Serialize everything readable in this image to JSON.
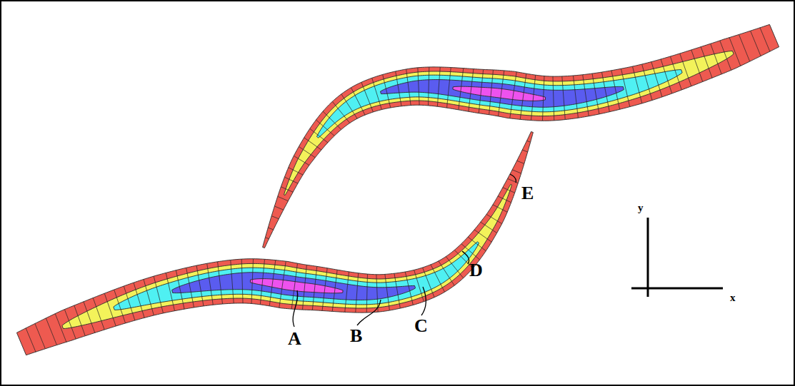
{
  "diagram": {
    "labels": [
      "A",
      "B",
      "C",
      "D",
      "E",
      "y",
      "x"
    ]
  }
}
